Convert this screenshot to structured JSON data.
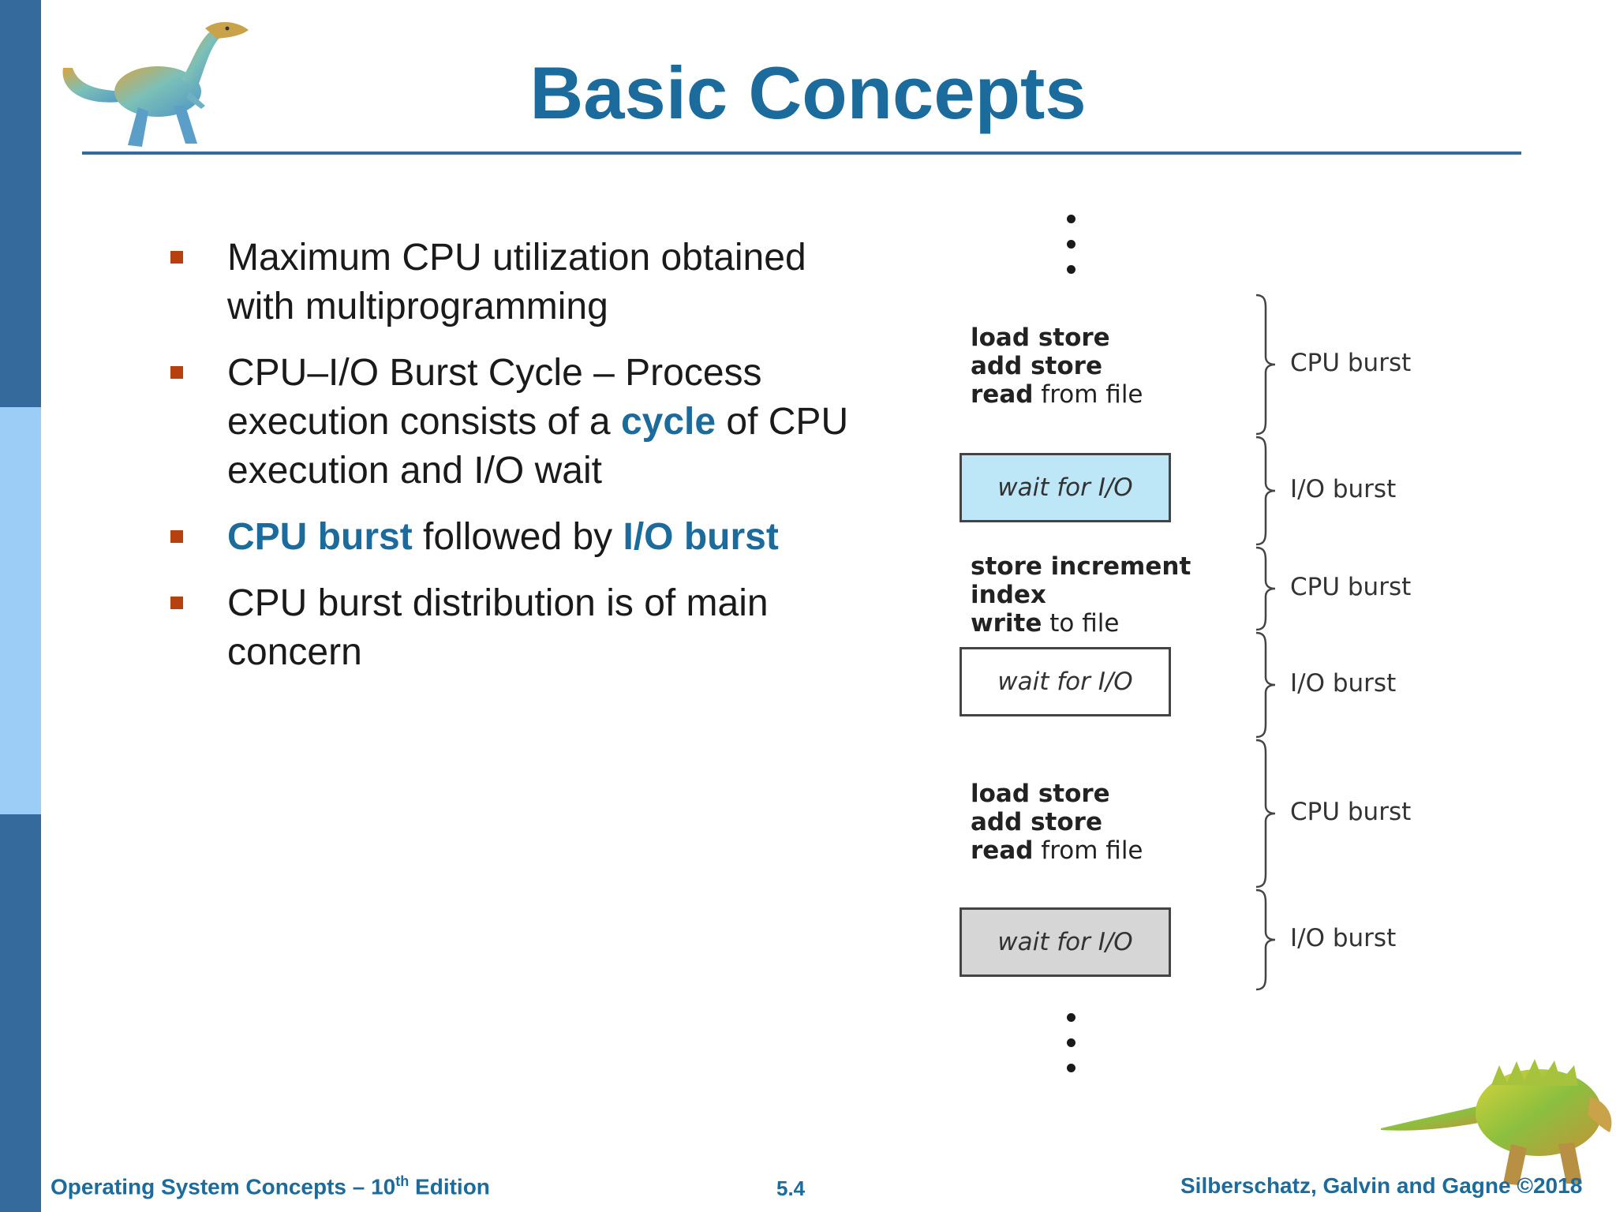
{
  "slide": {
    "title": "Basic Concepts"
  },
  "bullets": [
    {
      "parts": [
        {
          "text": "Maximum CPU utilization obtained with multiprogramming",
          "highlight": false
        }
      ]
    },
    {
      "parts": [
        {
          "text": "CPU–I/O Burst Cycle – Process execution consists of a ",
          "highlight": false
        },
        {
          "text": "cycle",
          "highlight": true
        },
        {
          "text": " of CPU execution and I/O wait",
          "highlight": false
        }
      ]
    },
    {
      "parts": [
        {
          "text": "CPU burst",
          "highlight": true
        },
        {
          "text": " followed by ",
          "highlight": false
        },
        {
          "text": "I/O burst",
          "highlight": true
        }
      ]
    },
    {
      "parts": [
        {
          "text": "CPU burst distribution is of main concern",
          "highlight": false
        }
      ]
    }
  ],
  "diagram": {
    "blocks": [
      {
        "kind": "code",
        "lines": [
          [
            {
              "text": "load store",
              "bold": true
            }
          ],
          [
            {
              "text": "add store",
              "bold": true
            }
          ],
          [
            {
              "text": "read",
              "bold": true
            },
            {
              "text": " from file",
              "bold": false
            }
          ]
        ],
        "burst_label": "CPU burst"
      },
      {
        "kind": "wait",
        "label": "wait for I/O",
        "fill": "#bde6f7",
        "burst_label": "I/O burst"
      },
      {
        "kind": "code",
        "lines": [
          [
            {
              "text": "store increment",
              "bold": true
            }
          ],
          [
            {
              "text": "index",
              "bold": true
            }
          ],
          [
            {
              "text": "write",
              "bold": true
            },
            {
              "text": " to file",
              "bold": false
            }
          ]
        ],
        "burst_label": "CPU burst"
      },
      {
        "kind": "wait",
        "label": "wait for I/O",
        "fill": "#ffffff",
        "burst_label": "I/O burst"
      },
      {
        "kind": "code",
        "lines": [
          [
            {
              "text": "load store",
              "bold": true
            }
          ],
          [
            {
              "text": "add store",
              "bold": true
            }
          ],
          [
            {
              "text": "read",
              "bold": true
            },
            {
              "text": " from file",
              "bold": false
            }
          ]
        ],
        "burst_label": "CPU burst"
      },
      {
        "kind": "wait",
        "label": "wait for I/O",
        "fill": "#d6d6d6",
        "burst_label": "I/O burst"
      }
    ]
  },
  "footer": {
    "left_prefix": "Operating System Concepts – 10",
    "left_sup": "th",
    "left_suffix": " Edition",
    "center": "5.4",
    "right": "Silberschatz, Galvin and Gagne ©2018"
  },
  "colors": {
    "title": "#1c6b9d",
    "bar_dark": "#346b9c",
    "bar_light": "#9ccdf6",
    "bullet_marker": "#b7410e",
    "highlight": "#1c6b9d"
  },
  "icons": {
    "top_left": "dinosaur-icon",
    "bottom_right": "dinosaur-icon"
  }
}
